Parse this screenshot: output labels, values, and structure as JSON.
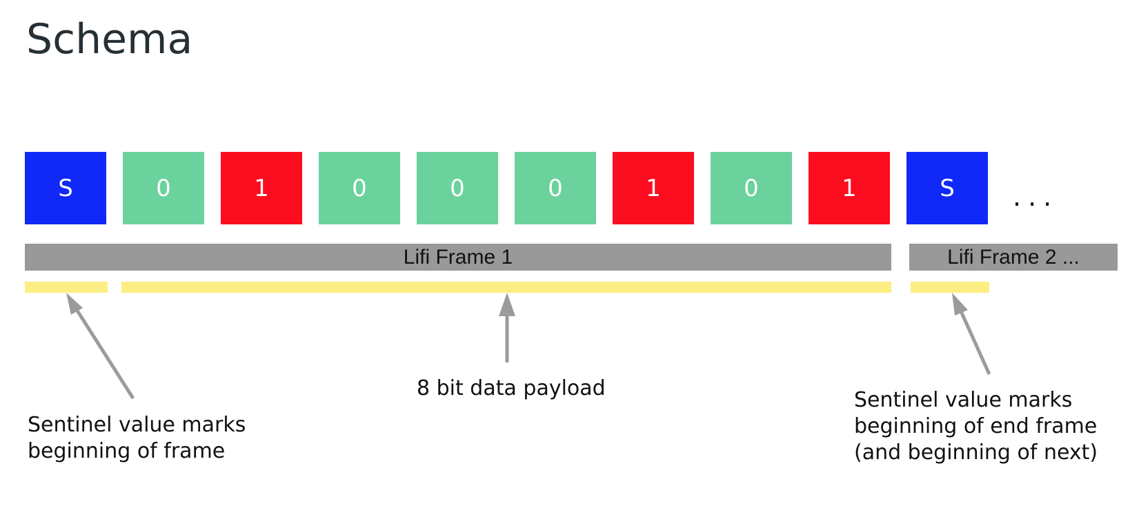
{
  "title": "Schema",
  "cells": [
    {
      "label": "S",
      "color": "#1028f8"
    },
    {
      "label": "0",
      "color": "#6bd29d"
    },
    {
      "label": "1",
      "color": "#fb0d1f"
    },
    {
      "label": "0",
      "color": "#6bd29d"
    },
    {
      "label": "0",
      "color": "#6bd29d"
    },
    {
      "label": "0",
      "color": "#6bd29d"
    },
    {
      "label": "1",
      "color": "#fb0d1f"
    },
    {
      "label": "0",
      "color": "#6bd29d"
    },
    {
      "label": "1",
      "color": "#fb0d1f"
    },
    {
      "label": "S",
      "color": "#1028f8"
    }
  ],
  "ellipsis": "...",
  "frames": [
    {
      "label": "Lifi Frame 1"
    },
    {
      "label": "Lifi Frame 2 ..."
    }
  ],
  "annotations": {
    "sentinel_start": {
      "line1": "Sentinel value marks",
      "line2": "beginning of frame"
    },
    "payload": {
      "line1": "8 bit data payload"
    },
    "sentinel_end": {
      "line1": "Sentinel value marks",
      "line2": "beginning of end frame",
      "line3": "(and beginning of next)"
    }
  },
  "colors": {
    "frame_bar": "#999999",
    "highlight": "#fcee82",
    "arrow": "#9b9b9b"
  }
}
